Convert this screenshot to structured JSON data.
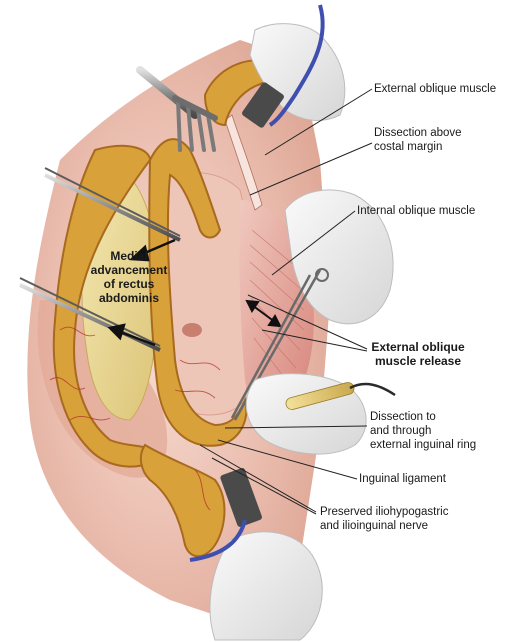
{
  "labels": {
    "external_oblique_muscle": "External oblique muscle",
    "dissection_above_costal_margin": "Dissection above\ncostal margin",
    "internal_oblique_muscle": "Internal oblique muscle",
    "medial_advancement": "Medial\nadvancement\nof rectus\nabdominis",
    "external_oblique_release": "External oblique\nmuscle release",
    "dissection_inguinal_ring": "Dissection to\nand through\nexternal inguinal ring",
    "inguinal_ligament": "Inguinal ligament",
    "preserved_nerves": "Preserved iliohypogastric\nand ilioinguinal nerve"
  },
  "colors": {
    "fat": "#d9a13a",
    "fat_dark": "#a86a1e",
    "tissue": "#e9b9a8",
    "muscle": "#d98f86",
    "fascia": "#f3ddd2",
    "rectus": "#efdf9c",
    "glove": "#eeeeee",
    "instrument": "#8a8a8a",
    "cable": "#3f4fb0",
    "vessel": "#b5332a"
  }
}
